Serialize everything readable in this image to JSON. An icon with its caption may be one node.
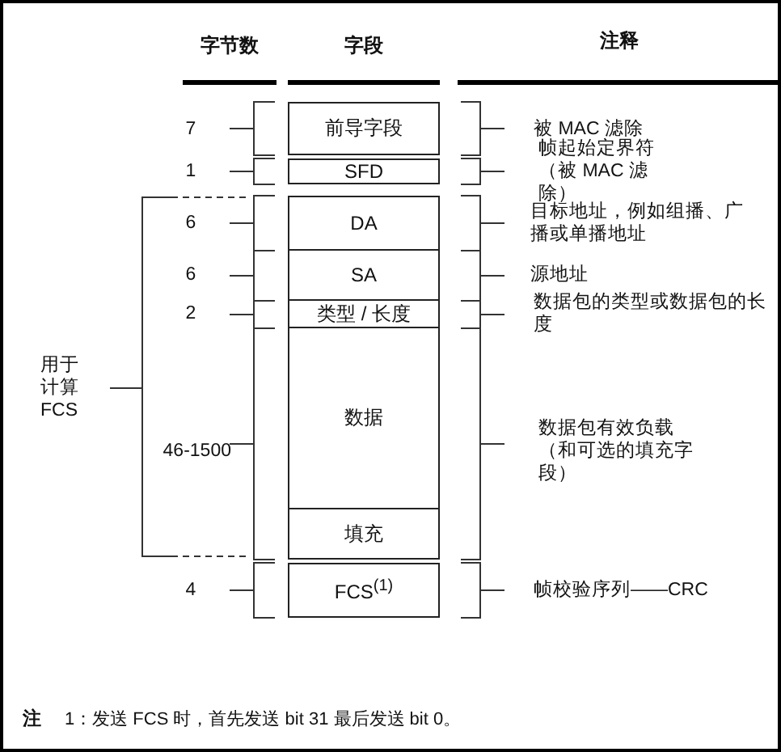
{
  "diagram": {
    "nodes": [
      {
        "text": [
          "前导字段"
        ]
      },
      {
        "text": [
          "SFD"
        ]
      },
      {
        "text": [
          "DA"
        ]
      },
      {
        "text": [
          "SA"
        ]
      },
      {
        "text": [
          "类型 / 长度"
        ]
      },
      {
        "text": [
          "数据"
        ]
      },
      {
        "text": [
          "填充"
        ]
      },
      {
        "text": [
          "FCS$^{(1)}$"
        ]
      }
    ],
    "labels": [
      "字节数",
      "字段",
      "注释",
      "7",
      "被 MAC 滤除",
      "1",
      "帧起始定界符（被 MAC 滤除）",
      "6",
      "目标地址，例如组播、广播或单播地址",
      "6",
      "源地址",
      "2",
      "数据包的类型或数据包的长度",
      "用于计算 FCS",
      "46-1500",
      "数据包有效负载（和可选的填充字段）",
      "4",
      "帧校验序列——CRC",
      "注",
      "1：发送 FCS 时，首先发送 bit 31 最后发送 bit 0。"
    ]
  }
}
